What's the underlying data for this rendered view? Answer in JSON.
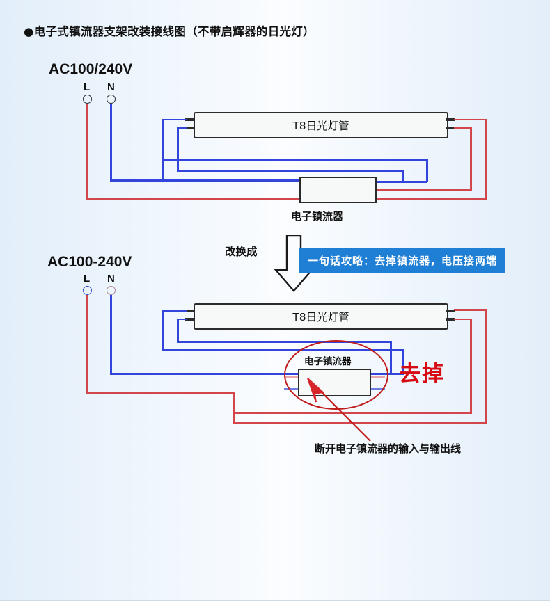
{
  "title": "●电子式镇流器支架改装接线图（不带启辉器的日光灯）",
  "colors": {
    "live_wire": "#d2454b",
    "neutral_wire": "#3344dd",
    "banner_bg": "#1f7fd4",
    "remove_red": "#d60b14",
    "circle_red": "#c01b1b",
    "outline": "#2b2b2b"
  },
  "upper_circuit": {
    "supply_label": "AC100/240V",
    "pin_live": "L",
    "pin_neutral": "N",
    "tube_label": "T8日光灯管",
    "ballast_label": "电子镇流器"
  },
  "transition": {
    "convert_label": "改换成",
    "arrow": "down-arrow",
    "banner_text": "一句话攻略：去掉镇流器，电压接两端"
  },
  "lower_circuit": {
    "supply_label": "AC100-240V",
    "pin_live": "L",
    "pin_neutral": "N",
    "tube_label": "T8日光灯管",
    "ballast_label": "电子镇流器",
    "remove_label": "去掉",
    "caption": "断开电子镇流器的输入与输出线"
  }
}
